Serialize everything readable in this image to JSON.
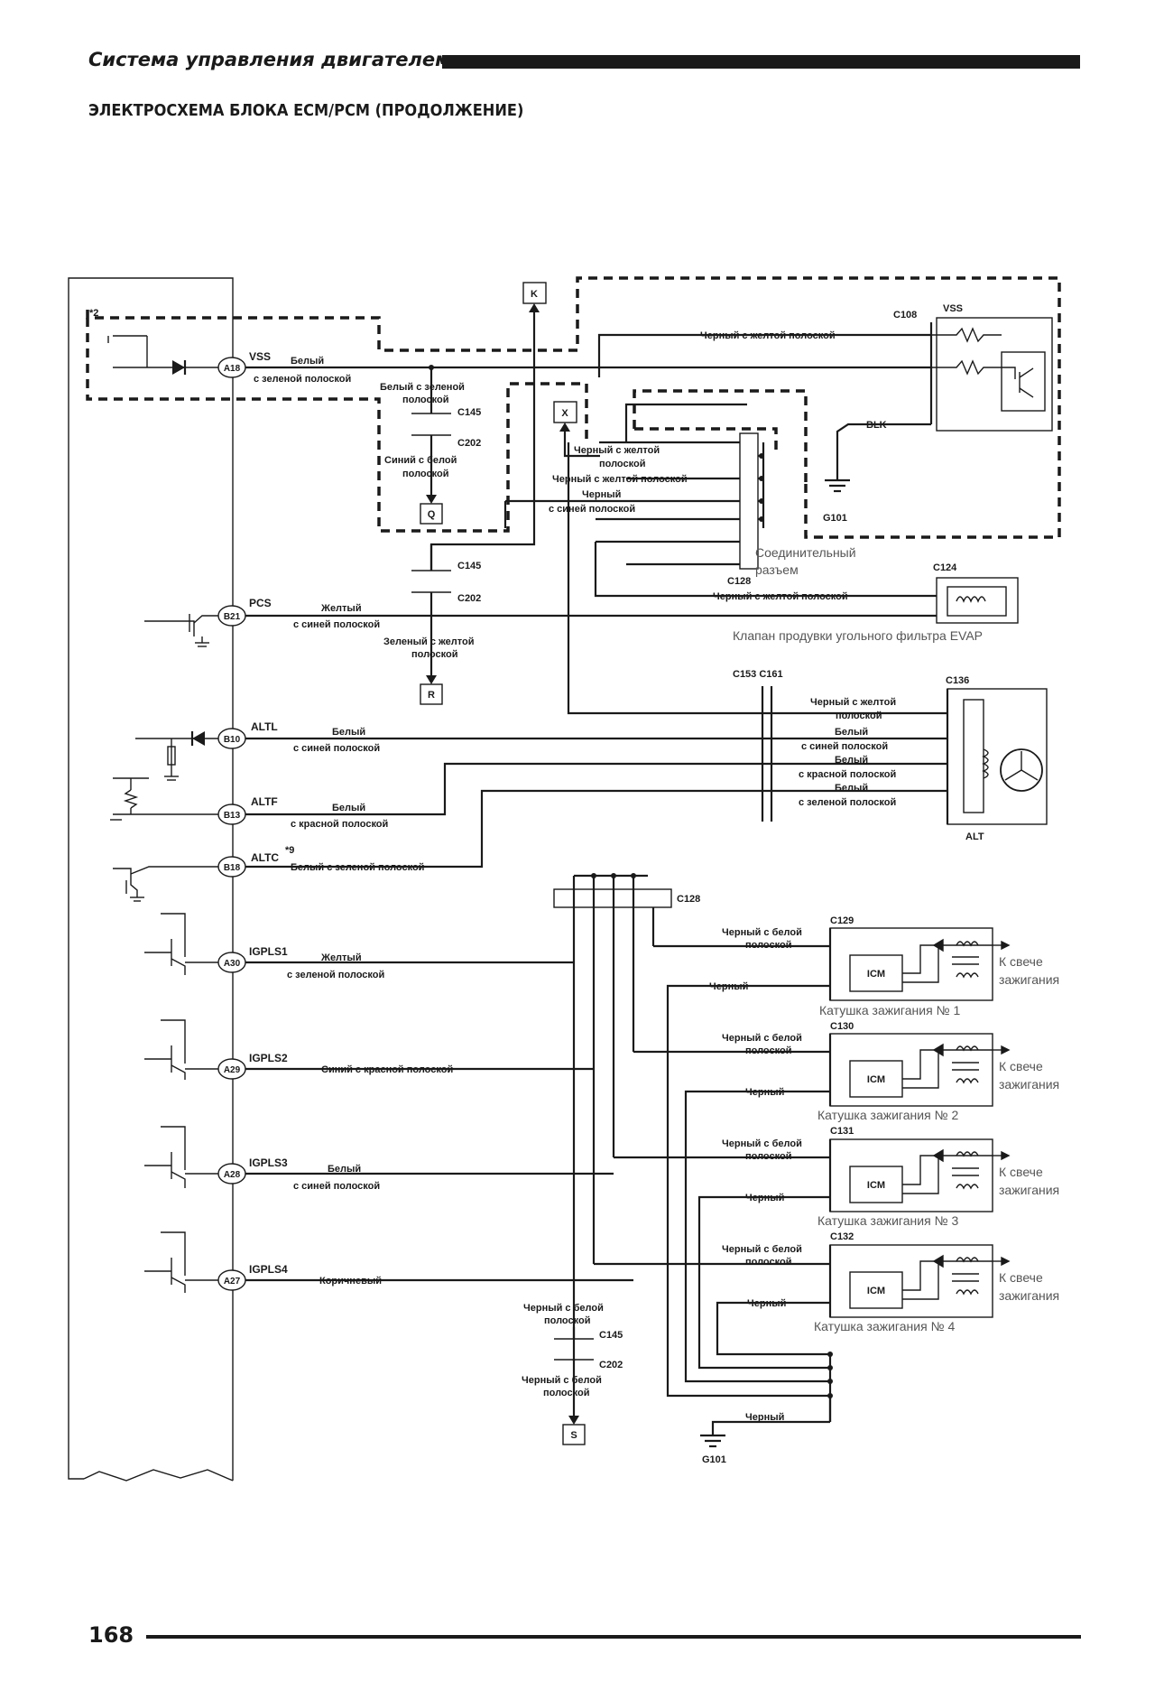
{
  "header": {
    "section_title": "Система управления двигателем",
    "subtitle": "ЭЛЕКТРОСХЕМА БЛОКА ECM/PCM (ПРОДОЛЖЕНИЕ)",
    "page_number": "168"
  },
  "markers": {
    "star2": "*2",
    "star9": "*9",
    "K": "K",
    "X": "X",
    "Q": "Q",
    "R": "R",
    "S": "S"
  },
  "pins": {
    "A18": "A18",
    "B21": "B21",
    "B10": "B10",
    "B13": "B13",
    "B18": "B18",
    "A30": "A30",
    "A29": "A29",
    "A28": "A28",
    "A27": "A27"
  },
  "signals": {
    "vss": "VSS",
    "pcs": "PCS",
    "altl": "ALTL",
    "altf": "ALTF",
    "altc": "ALTC",
    "igpls1": "IGPLS1",
    "igpls2": "IGPLS2",
    "igpls3": "IGPLS3",
    "igpls4": "IGPLS4"
  },
  "connectors": {
    "c108": "C108",
    "c145": "C145",
    "c202": "C202",
    "c128": "C128",
    "c124": "C124",
    "c153_c161": "C153  C161",
    "c136": "C136",
    "c129": "C129",
    "c130": "C130",
    "c131": "C131",
    "c132": "C132",
    "g101": "G101",
    "blk": "BLK",
    "alt": "ALT",
    "vss_sensor": "VSS",
    "icm": "ICM"
  },
  "wire_colors": {
    "white_green_1": "Белый",
    "white_green_2": "с зеленой полоской",
    "black_yellow": "Черный с желтой полоской",
    "wg_c145_1": "Белый с зеленой",
    "wg_c145_2": "полоской",
    "blue_white_1": "Синий с белой",
    "blue_white_2": "полоской",
    "by_split_1": "Черный с желтой",
    "by_split_2": "полоской",
    "black_word": "Черный",
    "yellow_word": "Желтый",
    "blue_stripe": "с синей полоской",
    "green_yellow_1": "Зеленый с желтой",
    "green_yellow_2": "полоской",
    "white_word": "Белый",
    "red_stripe": "с красной полоской",
    "green_stripe": "с зеленой полоской",
    "white_green_long": "Белый с зеленой полоской",
    "black_white_1": "Черный с белой",
    "black_white_2": "полоской",
    "blue_red_long": "Синий с красной полоской",
    "brown": "Коричневый"
  },
  "components": {
    "joint_connector_1": "Соединительный",
    "joint_connector_2": "разъем",
    "evap_valve": "Клапан продувки угольного фильтра EVAP",
    "to_plug_1": "К свече",
    "to_plug_2": "зажигания",
    "coil_1": "Катушка зажигания № 1",
    "coil_2": "Катушка зажигания № 2",
    "coil_3": "Катушка зажигания № 3",
    "coil_4": "Катушка зажигания № 4"
  }
}
